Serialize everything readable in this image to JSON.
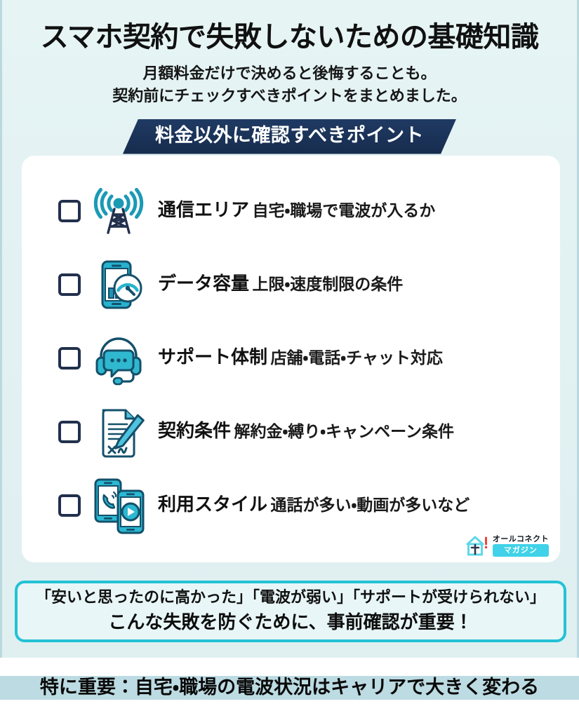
{
  "header": {
    "title": "スマホ契約で失敗しないための基礎知識",
    "subtitle_line1": "月額料金だけで決めると後悔することも。",
    "subtitle_line2": "契約前にチェックすべきポイントをまとめました。"
  },
  "banner": {
    "label": "料金以外に確認すべきポイント"
  },
  "checklist": {
    "items": [
      {
        "icon": "antenna-tower-icon",
        "title": "通信エリア",
        "desc": "自宅・職場で電波が入るか",
        "checked": false
      },
      {
        "icon": "phone-data-gauge-icon",
        "title": "データ容量",
        "desc": "上限・速度制限の条件",
        "checked": false
      },
      {
        "icon": "headset-chat-icon",
        "title": "サポート体制",
        "desc": "店舗・電話・チャット対応",
        "checked": false
      },
      {
        "icon": "contract-document-pen-icon",
        "title": "契約条件",
        "desc": "解約金・縛り・キャンペーン条件",
        "checked": false
      },
      {
        "icon": "two-phones-call-video-icon",
        "title": "利用スタイル",
        "desc": "通話が多い・動画が多いなど",
        "checked": false
      }
    ]
  },
  "logo": {
    "mark": "house-a-exclamation-icon",
    "name": "オールコネクト",
    "badge": "マガジン"
  },
  "callout": {
    "line1": "「安いと思ったのに高かった」「電波が弱い」「サポートが受けられない」",
    "line2": "こんな失敗を防ぐために、事前確認が重要！"
  },
  "footer": {
    "text": "特に重要：自宅・職場の電波状況はキャリアで大きく変わる"
  },
  "colors": {
    "background": "#e3f1f2",
    "card": "#ffffff",
    "navy": "#1f3a63",
    "teal": "#2196ad",
    "cyan_accent": "#24c2d6",
    "checkbox_border": "#22304d",
    "footer_band": "#bcdbe2",
    "logo_badge": "#3fd2e8"
  }
}
